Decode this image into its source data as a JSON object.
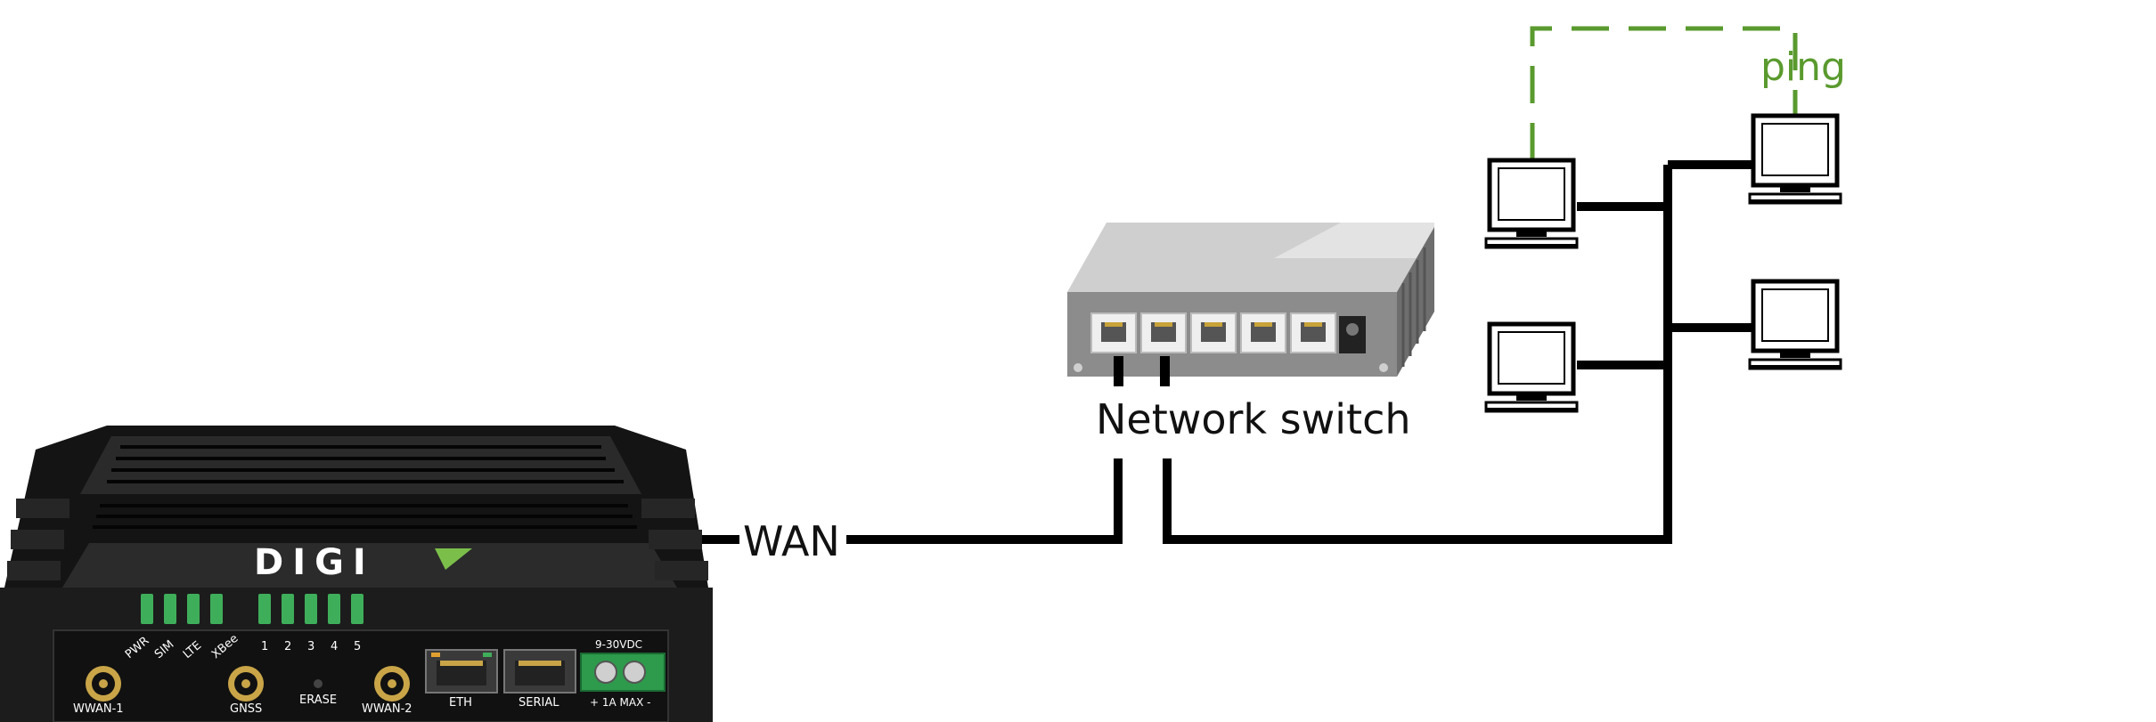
{
  "colors": {
    "link": "#000000",
    "ping": "#5a9a2e",
    "led": "#3fae5a",
    "router_body": "#1c1c1c",
    "switch_body": "#8c8c8c"
  },
  "labels": {
    "wan": "WAN",
    "switch": "Network switch",
    "ping": "ping"
  },
  "router": {
    "logo": "DIGI",
    "led_labels": [
      "PWR",
      "SIM",
      "LTE",
      "XBee",
      "1",
      "2",
      "3",
      "4",
      "5"
    ],
    "wwan1": "WWAN-1",
    "wwan2": "WWAN-2",
    "gnss": "GNSS",
    "erase": "ERASE",
    "eth": "ETH",
    "serial": "SERIAL",
    "power_top": "9-30VDC",
    "power_bottom": "+ 1A MAX -"
  }
}
